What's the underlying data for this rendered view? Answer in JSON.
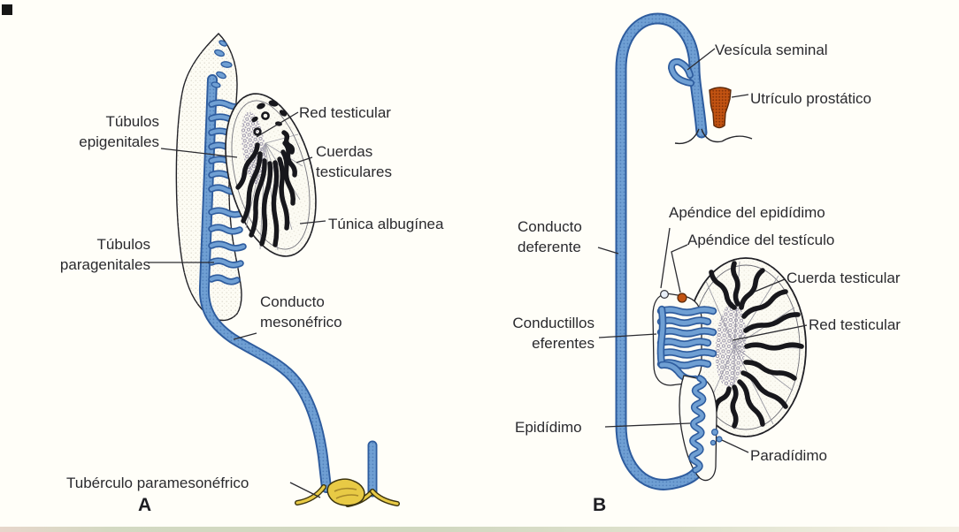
{
  "figure": {
    "panel_a": {
      "letter": "A",
      "labels": {
        "tubulos_epigenitales": "Túbulos epigenitales",
        "red_testicular": "Red testicular",
        "cuerdas_testiculares": "Cuerdas testiculares",
        "tunica_albuginea": "Túnica albugínea",
        "tubulos_paragenitales": "Túbulos paragenitales",
        "conducto_mesonefrico": "Conducto mesonéfrico",
        "tuberculo_paramesonefrico": "Tubérculo paramesonéfrico"
      }
    },
    "panel_b": {
      "letter": "B",
      "labels": {
        "vesicula_seminal": "Vesícula seminal",
        "utriculo_prostatico": "Utrículo prostático",
        "conducto_deferente": "Conducto deferente",
        "apendice_del_epididimo": "Apéndice del epidídimo",
        "apendice_del_testiculo": "Apéndice del testículo",
        "cuerda_testicular": "Cuerda testicular",
        "red_testicular": "Red testicular",
        "conductillos_eferentes": "Conductillos eferentes",
        "epididimo": "Epidídimo",
        "paradidimo": "Paradídimo"
      }
    },
    "colors": {
      "background": "#fffef8",
      "ink": "#26262b",
      "duct_light": "#6f9fd3",
      "duct_dark": "#2e5c9e",
      "cord": "#17171c",
      "body_fill": "#fdfcf4",
      "rete_dot": "#8f89a2",
      "yellow": "#e8ca45",
      "yellow_edge": "#3c340f",
      "orange": "#c25312",
      "orange_edge": "#58280a",
      "leader": "#2b2b30"
    }
  }
}
